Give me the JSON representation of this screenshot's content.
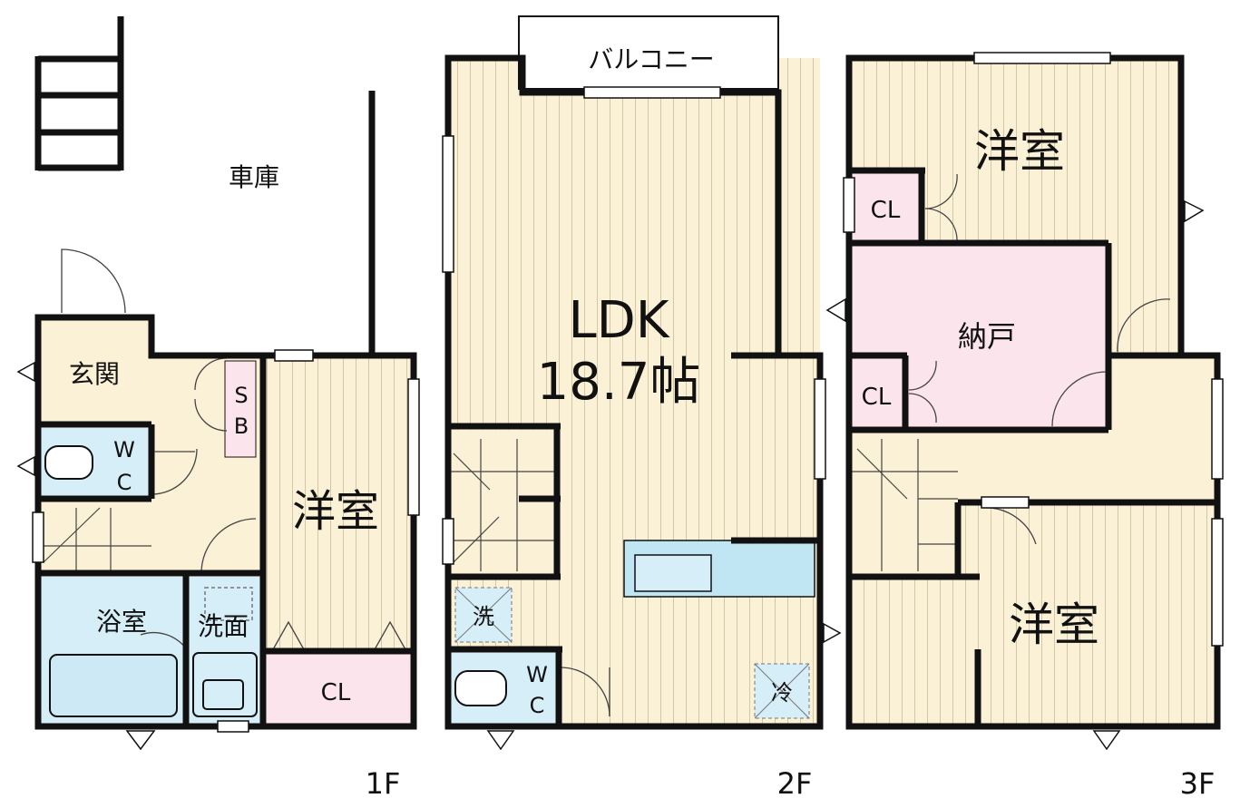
{
  "floors": [
    {
      "label": "1F",
      "rooms": {
        "garage": "車庫",
        "entrance": "玄関",
        "shoe_box": [
          "S",
          "B"
        ],
        "wc": [
          "W",
          "C"
        ],
        "western": "洋室",
        "bath": "浴室",
        "washroom": "洗面",
        "closet": "CL"
      }
    },
    {
      "label": "2F",
      "rooms": {
        "balcony": "バルコニー",
        "ldk": "LDK",
        "ldk_size": "18.7帖",
        "washer": "洗",
        "wc": [
          "W",
          "C"
        ],
        "fridge": "冷"
      }
    },
    {
      "label": "3F",
      "rooms": {
        "western_top": "洋室",
        "closet_top": "CL",
        "storage": "納戸",
        "closet_mid": "CL",
        "western_bottom": "洋室"
      }
    }
  ],
  "colors": {
    "wall": "#111111",
    "wood_floor": "#fbf1d6",
    "wood_line": "#cfc3a4",
    "tile_floor": "#fbf1d6",
    "wet_area": "#d6eef8",
    "closet": "#fbe4ec",
    "kitchen_counter": "#bfe6f2"
  }
}
